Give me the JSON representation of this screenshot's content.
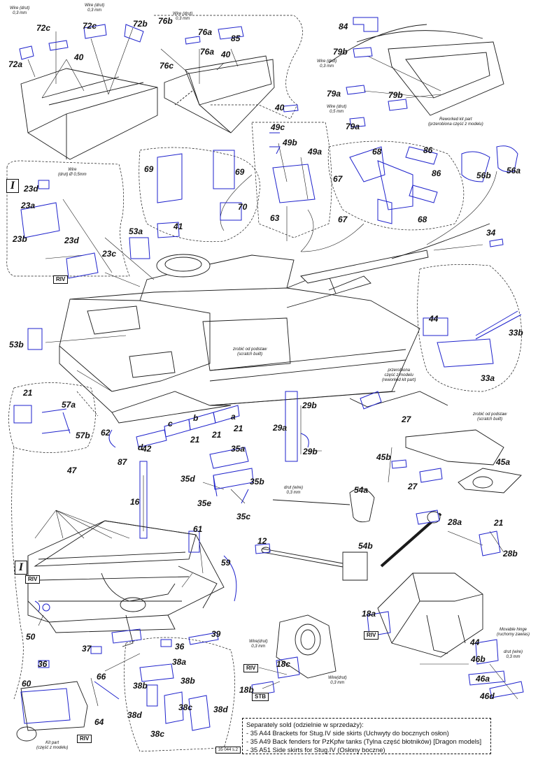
{
  "parts": [
    {
      "label": "72a"
    },
    {
      "label": "72c"
    },
    {
      "label": "72c"
    },
    {
      "label": "72b"
    },
    {
      "label": "40"
    },
    {
      "label": "76b"
    },
    {
      "label": "76a"
    },
    {
      "label": "76a"
    },
    {
      "label": "85"
    },
    {
      "label": "40"
    },
    {
      "label": "76c"
    },
    {
      "label": "40"
    },
    {
      "label": "84"
    },
    {
      "label": "79b"
    },
    {
      "label": "79a"
    },
    {
      "label": "79b"
    },
    {
      "label": "79a"
    },
    {
      "label": "49c"
    },
    {
      "label": "49b"
    },
    {
      "label": "49a"
    },
    {
      "label": "63"
    },
    {
      "label": "69"
    },
    {
      "label": "69"
    },
    {
      "label": "70"
    },
    {
      "label": "41"
    },
    {
      "label": "53a"
    },
    {
      "label": "68"
    },
    {
      "label": "86"
    },
    {
      "label": "67"
    },
    {
      "label": "86"
    },
    {
      "label": "68"
    },
    {
      "label": "67"
    },
    {
      "label": "56b"
    },
    {
      "label": "56a"
    },
    {
      "label": "34"
    },
    {
      "label": "23d"
    },
    {
      "label": "23a"
    },
    {
      "label": "23b"
    },
    {
      "label": "23d"
    },
    {
      "label": "23c"
    },
    {
      "label": "53b"
    },
    {
      "label": "44"
    },
    {
      "label": "33b"
    },
    {
      "label": "33a"
    },
    {
      "label": "21"
    },
    {
      "label": "57a"
    },
    {
      "label": "57b"
    },
    {
      "label": "62"
    },
    {
      "label": "d"
    },
    {
      "label": "42"
    },
    {
      "label": "c"
    },
    {
      "label": "b"
    },
    {
      "label": "a"
    },
    {
      "label": "21"
    },
    {
      "label": "21"
    },
    {
      "label": "21"
    },
    {
      "label": "29b"
    },
    {
      "label": "29a"
    },
    {
      "label": "29b"
    },
    {
      "label": "27"
    },
    {
      "label": "45b"
    },
    {
      "label": "45a"
    },
    {
      "label": "27"
    },
    {
      "label": "35a"
    },
    {
      "label": "35b"
    },
    {
      "label": "35d"
    },
    {
      "label": "35e"
    },
    {
      "label": "35c"
    },
    {
      "label": "87"
    },
    {
      "label": "16"
    },
    {
      "label": "47"
    },
    {
      "label": "54a"
    },
    {
      "label": "12"
    },
    {
      "label": "54b"
    },
    {
      "label": "28a"
    },
    {
      "label": "21"
    },
    {
      "label": "28b"
    },
    {
      "label": "61"
    },
    {
      "label": "59"
    },
    {
      "label": "50"
    },
    {
      "label": "37"
    },
    {
      "label": "36"
    },
    {
      "label": "39"
    },
    {
      "label": "36"
    },
    {
      "label": "18a"
    },
    {
      "label": "44"
    },
    {
      "label": "46b"
    },
    {
      "label": "46a"
    },
    {
      "label": "46d"
    },
    {
      "label": "66"
    },
    {
      "label": "60"
    },
    {
      "label": "64"
    },
    {
      "label": "38a"
    },
    {
      "label": "38b"
    },
    {
      "label": "38b"
    },
    {
      "label": "38d"
    },
    {
      "label": "38c"
    },
    {
      "label": "38d"
    },
    {
      "label": "38c"
    },
    {
      "label": "18c"
    },
    {
      "label": "18b"
    }
  ],
  "notes": [
    {
      "text": "Wire (drut)\n0,3 mm"
    },
    {
      "text": "Wire (drut)\n0,3 mm"
    },
    {
      "text": "Wire (drut)\n0,3 mm"
    },
    {
      "text": "Wire (drut)\n0,3 mm"
    },
    {
      "text": "Wire (drut)\n0,5 mm"
    },
    {
      "text": "Reworked kit part\n(przerobiona część z modelu)"
    },
    {
      "text": "Wire\n(drut) Ø 0,5mm"
    },
    {
      "text": "zrobić od podstaw\n(scratch built)"
    },
    {
      "text": "przerobiona\nczęść z modelu\n(reworked kit part)"
    },
    {
      "text": "zrobić od podstaw\n(scratch built)"
    },
    {
      "text": "drut (wire)\n0,3 mm"
    },
    {
      "text": "Movable hinge\n(ruchomy zawias)"
    },
    {
      "text": "drut (wire)\n0,3 mm"
    },
    {
      "text": "Wire(drut)\n0,3 mm"
    },
    {
      "text": "Wire(drut)\n0,3 mm"
    },
    {
      "text": "Kit part\n(część z modelu)"
    }
  ],
  "tags": [
    {
      "label": "RIV"
    },
    {
      "label": "RIV"
    },
    {
      "label": "RIV"
    },
    {
      "label": "RIV"
    },
    {
      "label": "STB"
    },
    {
      "label": "RIV"
    }
  ],
  "steps": [
    {
      "label": "I"
    },
    {
      "label": "I"
    }
  ],
  "separately_sold": {
    "heading": "Separately sold (odzielnie w sprzedaży):",
    "items": [
      "- 35 A44 Brackets for Stug.IV side skirts (Uchwyty do bocznych osłon)",
      "- 35 A49 Back fenders for PzKpfw tanks (Tylna część błotników) [Dragon models]",
      "- 35 A51 Side skirts for Stug.IV (Osłony boczne)"
    ]
  },
  "page_number": "35 044 s.2",
  "colors": {
    "line": "#1a1a1a",
    "parts": "#1e22cc",
    "paper": "#ffffff"
  }
}
